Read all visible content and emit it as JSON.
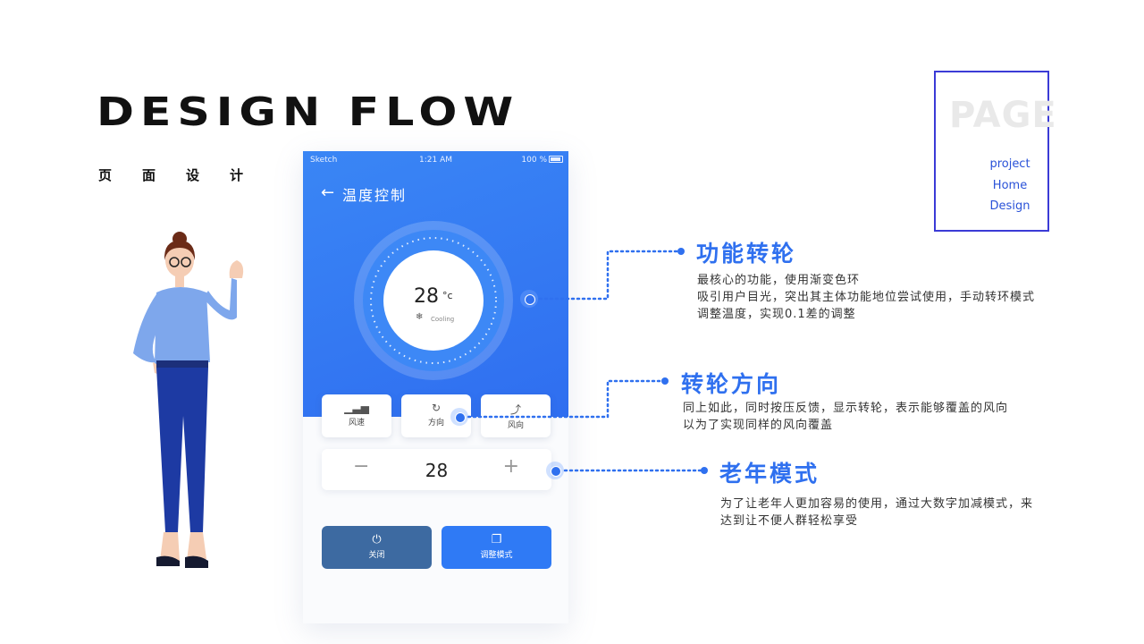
{
  "header": {
    "title": "DESIGN FLOW",
    "subtitle": [
      "页",
      "面",
      "设",
      "计"
    ]
  },
  "page_box": {
    "watermark": "PAGE",
    "lines": [
      "project",
      "Home",
      "Design"
    ]
  },
  "phone": {
    "status": {
      "carrier": "Sketch",
      "time": "1:21 AM",
      "battery": "100 %"
    },
    "nav": {
      "back_icon": "arrow-left-icon",
      "title": "温度控制"
    },
    "dial": {
      "temperature": "28",
      "unit": "°c",
      "mode_icon": "snowflake-icon",
      "mode": "Cooling"
    },
    "mode_buttons": [
      {
        "icon": "signal-bars-icon",
        "label": "风速"
      },
      {
        "icon": "rotate-icon",
        "label": "方向"
      },
      {
        "icon": "wind-direction-icon",
        "label": "风向"
      }
    ],
    "stepper": {
      "minus": "−",
      "value": "28",
      "plus": "+"
    },
    "actions": [
      {
        "icon": "power-icon",
        "label": "关闭"
      },
      {
        "icon": "copy-icon",
        "label": "调整模式"
      }
    ]
  },
  "annotations": [
    {
      "title": "功能转轮",
      "lines": [
        "最核心的功能，使用渐变色环",
        "吸引用户目光，突出其主体功能地位尝试使用，手动转环模式",
        "调整温度，实现0.1差的调整"
      ]
    },
    {
      "title": "转轮方向",
      "lines": [
        "同上如此，同时按压反馈，显示转轮，表示能够覆盖的风向",
        "以为了实现同样的风向覆盖"
      ]
    },
    {
      "title": "老年模式",
      "lines": [
        "为了让老年人更加容易的使用，通过大数字加减模式，来",
        "达到让不便人群轻松享受"
      ]
    }
  ],
  "colors": {
    "accent": "#2f70ef",
    "page_box_border": "#3b3bd6",
    "button_off": "#3d6aa1"
  }
}
